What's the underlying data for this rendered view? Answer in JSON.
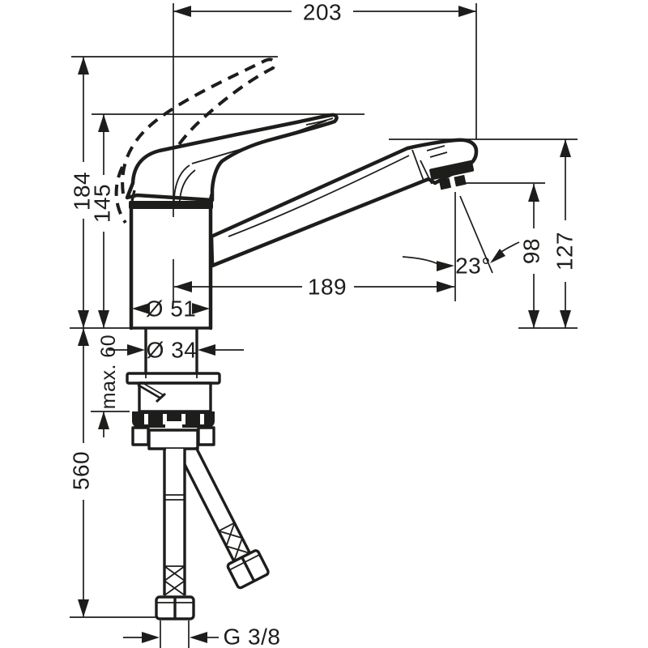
{
  "drawing": {
    "description": "single-lever kitchen faucet dimension drawing",
    "background_color": "#ffffff",
    "line_color": "#1d1d1b",
    "dimensions": {
      "total_width": "203",
      "height_handle_raised": "184",
      "height_handle_closed": "145",
      "spout_top_height": "127",
      "outlet_height": "98",
      "spout_reach": "189",
      "base_diameter": "Ø 51",
      "shank_diameter": "Ø 34",
      "max_deck_thickness": "max. 60",
      "hose_length": "560",
      "outlet_angle": "23°",
      "connection_thread": "G 3/8"
    }
  }
}
